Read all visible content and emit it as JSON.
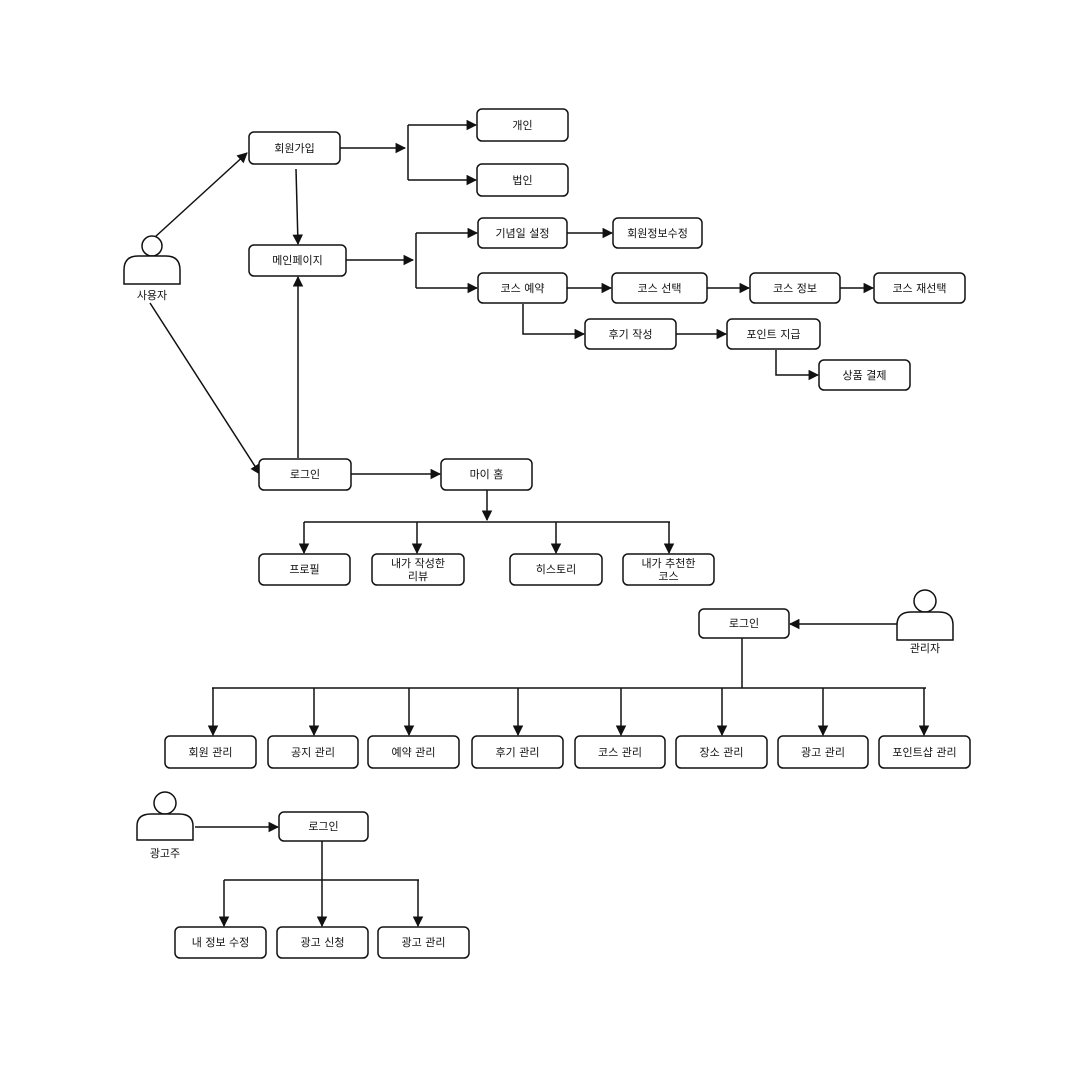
{
  "actors": {
    "user": "사용자",
    "admin": "관리자",
    "advertiser": "광고주"
  },
  "nodes": {
    "signup": "회원가입",
    "individual": "개인",
    "corporate": "법인",
    "main_page": "메인페이지",
    "anniversary": "기념일 설정",
    "edit_member_info": "회원정보수정",
    "course_booking": "코스 예약",
    "course_select": "코스 선택",
    "course_info": "코스 정보",
    "course_reselect": "코스 재선택",
    "write_review": "후기 작성",
    "point_payment": "포인트 지급",
    "product_payment": "상품 결제",
    "user_login": "로그인",
    "my_home": "마이 홈",
    "profile": "프로필",
    "my_reviews_1": "내가 작성한",
    "my_reviews_2": "리뷰",
    "history": "히스토리",
    "recommended_1": "내가 추천한",
    "recommended_2": "코스",
    "admin_login": "로그인",
    "member_mgmt": "회원 관리",
    "notice_mgmt": "공지 관리",
    "reservation_mgmt": "예약 관리",
    "review_mgmt": "후기 관리",
    "course_mgmt": "코스 관리",
    "place_mgmt": "장소 관리",
    "ad_mgmt": "광고 관리",
    "point_shop_mgmt": "포인트샵 관리",
    "advertiser_login": "로그인",
    "my_info_edit": "내 정보 수정",
    "ad_apply": "광고 신청",
    "ad_manage": "광고 관리"
  }
}
